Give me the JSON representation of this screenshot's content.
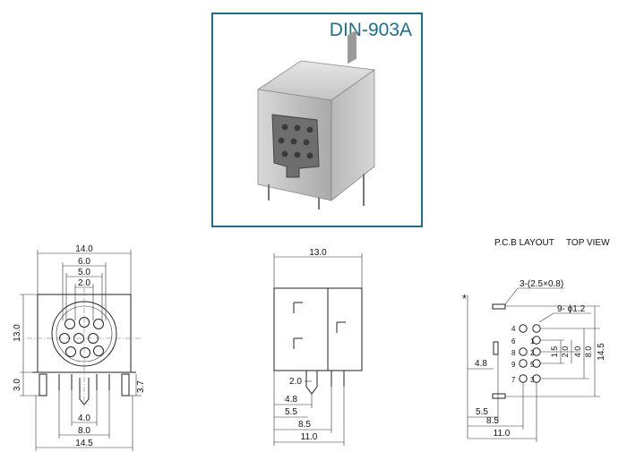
{
  "product": {
    "model": "DIN-903A"
  },
  "front_view": {
    "dims": {
      "width_total": "14.0",
      "pin_span_top": "6.0",
      "pin_span_mid": "5.0",
      "pin_span_small": "2.0",
      "height": "13.0",
      "leg_left": "3.0",
      "leg_right": "3.7",
      "bottom_inner": "4.0",
      "bottom_mid": "8.0",
      "bottom_total": "14.5"
    }
  },
  "side_view": {
    "dims": {
      "length": "13.0",
      "d1": "2.0",
      "d2": "4.8",
      "d3": "5.5",
      "d4": "8.5",
      "d5": "11.0"
    }
  },
  "pcb_layout": {
    "title": "P.C.B LAYOUT",
    "view": "TOP VIEW",
    "marker": "*",
    "slot_note": "3-(2.5×0.8)",
    "hole_note": "9- ϕ1.2",
    "pin_numbers": [
      "4",
      "1",
      "6",
      "2",
      "8",
      "5",
      "9",
      "3",
      "7"
    ],
    "vdims": {
      "a": "1.5",
      "b": "2.0",
      "c": "4.0",
      "d": "8.0",
      "e": "14.5"
    },
    "hdims": {
      "left_offset": "4.8",
      "h1": "5.5",
      "h2": "8.5",
      "h3": "11.0"
    }
  }
}
